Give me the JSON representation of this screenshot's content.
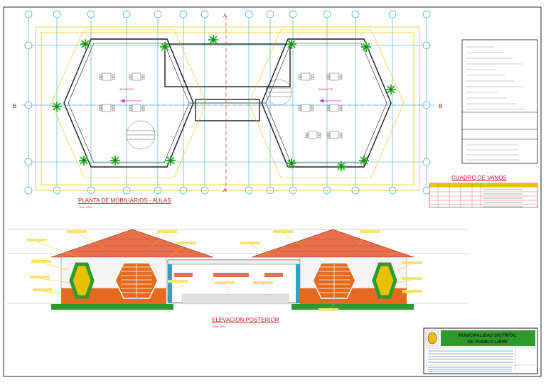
{
  "plan": {
    "title": "PLANTA DE MOBILIARIOS - AULAS",
    "scale": "Esc. 1/50",
    "section_b": "B",
    "section_a": "A",
    "room_left": "AULA N°01",
    "room_right": "AULA N°02"
  },
  "elevation": {
    "title": "ELEVACION POSTERIOR",
    "scale": "Esc. 1/50"
  },
  "openings_table": {
    "title": "CUADRO DE VANOS"
  },
  "title_block": {
    "line1": "MUNICIPALIDAD DISTRITAL",
    "line2": "DE PUEBLO LIBRE"
  },
  "colors": {
    "line_blue": "#2fa3c9",
    "line_yellow": "#e8c100",
    "wall_black": "#1a1a1a",
    "accent_red": "#d0161b",
    "roof_tile": "#e8704a",
    "wall_orange": "#e66a1e",
    "wall_green": "#2e9a2e",
    "plant_green": "#35b335",
    "magenta": "#d030c8"
  }
}
